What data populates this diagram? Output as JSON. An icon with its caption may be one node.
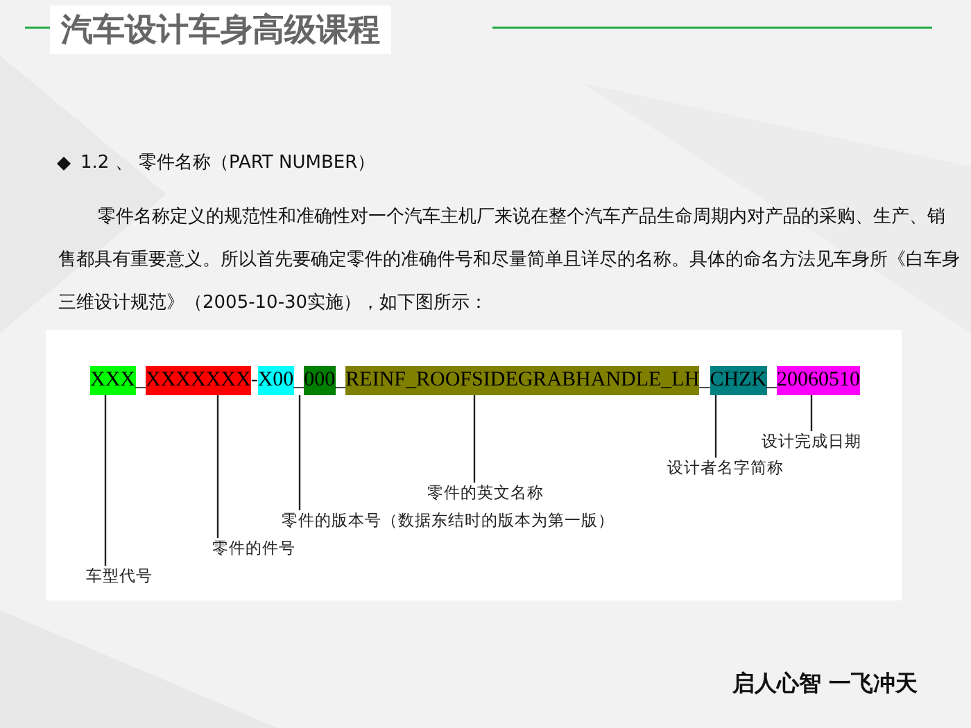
{
  "diagram": {
    "title": "汽车设计车身高级课程",
    "nodes": [
      {
        "text": [
          "XXX"
        ]
      },
      {
        "text": [
          "XXXXXXX"
        ]
      },
      {
        "text": [
          "X00"
        ]
      },
      {
        "text": [
          "000"
        ]
      },
      {
        "text": [
          "REINF_ROOFSIDEGRABHANDLE_LH"
        ]
      },
      {
        "text": [
          "CHZK"
        ]
      },
      {
        "text": [
          "20060510"
        ]
      },
      {
        "text": [
          "设计完成日期"
        ]
      },
      {
        "text": [
          "设计者名字简称"
        ]
      },
      {
        "text": [
          "零件的英文名称"
        ]
      },
      {
        "text": [
          "零件的版本号（数据东结时的版本为第一版）"
        ]
      },
      {
        "text": [
          "零件的件号"
        ]
      },
      {
        "text": [
          "车型代号"
        ]
      }
    ],
    "edges": [
      {
        "from": 7,
        "to": 6,
        "arrow": "none"
      },
      {
        "from": 8,
        "to": 5,
        "arrow": "none"
      },
      {
        "from": 9,
        "to": 4,
        "arrow": "none"
      },
      {
        "from": 10,
        "to": 2,
        "arrow": "none"
      },
      {
        "from": 11,
        "to": 1,
        "arrow": "none"
      },
      {
        "from": 12,
        "to": 0,
        "arrow": "none"
      }
    ],
    "labels": [
      "1.2 、 零件名称（PART NUMBER）",
      "零件名称定义的规范性和准确性对一个汽车主机厂来说在整个汽车产品生命周期内对产品的采购、生产、销售都具有重要意义。所以首先要确定零件的准确件号和尽量简单且详尽的名称。具体的命名方法见车身所《白车身三维设计规范》（2005-10-30实施），如下图所示：",
      "_",
      "-",
      "_",
      "_",
      "_",
      "_",
      "启人心智 一飞冲天"
    ]
  }
}
